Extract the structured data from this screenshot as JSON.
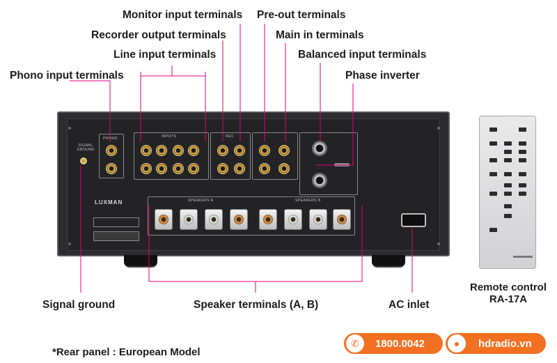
{
  "callouts": {
    "monitor_input": "Monitor input terminals",
    "pre_out": "Pre-out terminals",
    "recorder_output": "Recorder output terminals",
    "main_in": "Main in terminals",
    "line_input": "Line input terminals",
    "balanced_input": "Balanced input terminals",
    "phono_input": "Phono input terminals",
    "phase_inverter": "Phase inverter",
    "signal_ground": "Signal ground",
    "speaker_terminals": "Speaker terminals (A, B)",
    "ac_inlet": "AC inlet"
  },
  "panel": {
    "inputs": "INPUTS",
    "rec": "REC",
    "speakers_a": "SPEAKERS A",
    "speakers_b": "SPEAKERS B",
    "brand": "LUXMAN",
    "phono": "PHONO",
    "signal_gnd": "SIGNAL GROUND"
  },
  "remote": {
    "caption_line1": "Remote control",
    "caption_line2": "RA-17A"
  },
  "footnote": "*Rear panel : European Model",
  "contact": {
    "phone": "1800.0042",
    "website": "hdradio.vn"
  },
  "colors": {
    "accent_magenta": "#e2007a",
    "brand_orange": "#f37021",
    "chassis": "#2c2c2e"
  }
}
